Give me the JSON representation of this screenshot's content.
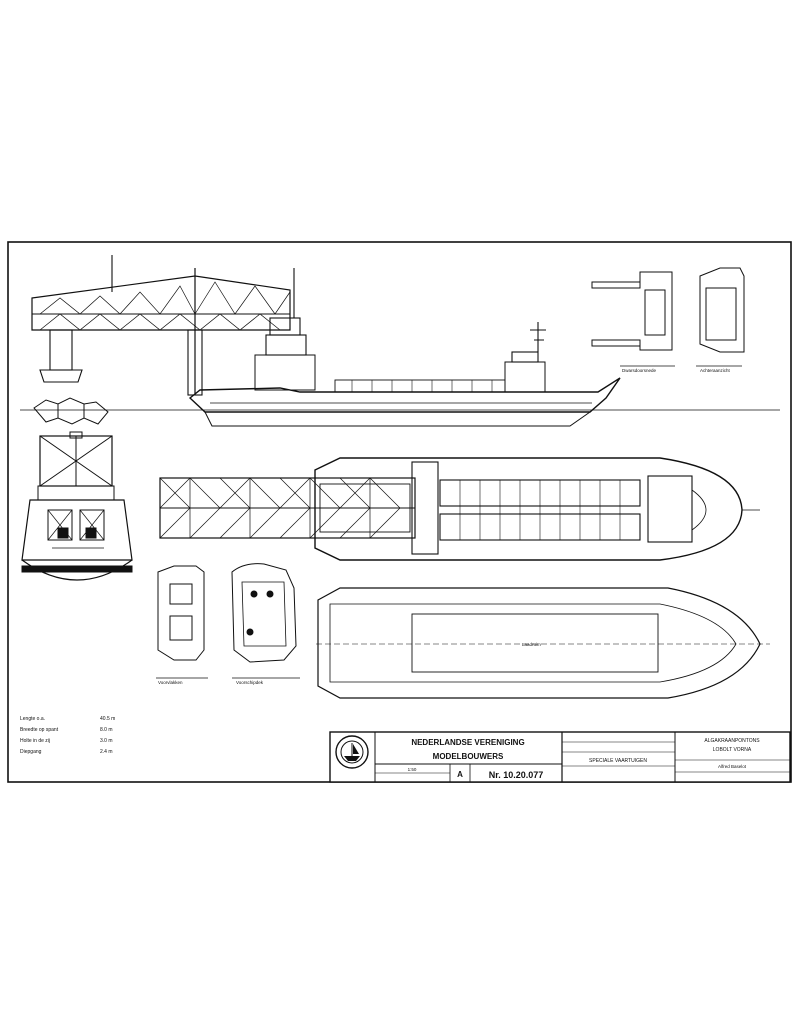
{
  "title_block": {
    "org_line1": "NEDERLANDSE VERENIGING",
    "org_line2": "MODELBOUWERS",
    "drawing_number": "Nr. 10.20.077",
    "sheet_code": "A",
    "scale": "1:50",
    "category": "SPECIALE VAARTUIGEN",
    "ship_line1": "ALGAKRAANPONTONS",
    "ship_line2": "LOBOLT VORNA",
    "ship_line3": "Alfred Baselot"
  },
  "view_labels": {
    "plan_a": "Dwarsdoorsnede",
    "plan_b": "Achteraanzicht",
    "deck_a": "Voorvlakken",
    "deck_b": "Voorschipdek",
    "hold": "Laadruim"
  },
  "dimensions": {
    "rows": [
      {
        "label": "Lengte o.a.",
        "value": "40.5 m"
      },
      {
        "label": "Breedte op spant",
        "value": "8.0 m"
      },
      {
        "label": "Holte in de zij",
        "value": "3.0 m"
      },
      {
        "label": "Diepgang",
        "value": "2.4 m"
      }
    ]
  },
  "colors": {
    "ink": "#111111",
    "paper": "#ffffff"
  }
}
